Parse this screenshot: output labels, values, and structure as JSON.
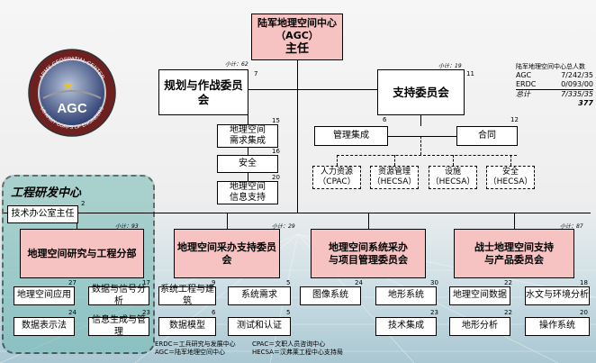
{
  "top": {
    "line1": "陆军地理空间中心",
    "line2": "（AGC）",
    "line3": "主任"
  },
  "seal": {
    "ring_top": "ARMY GEOSPATIAL CENTER",
    "ring_bottom": "US ARMY CORPS OF ENGINEERS",
    "center": "AGC"
  },
  "planning": {
    "label": "规划与作战委员会",
    "num": "7",
    "subtotal": "小计：62"
  },
  "support": {
    "label": "支持委员会",
    "num": "11",
    "subtotal": "小计：19"
  },
  "planning_children": [
    {
      "label": "地理空间\n需求集成",
      "num": "15"
    },
    {
      "label": "安全",
      "num": "16"
    },
    {
      "label": "地理空间\n信息支持",
      "num": "20"
    }
  ],
  "support_children": [
    {
      "label": "管理集成",
      "num": "6"
    },
    {
      "label": "合同",
      "num": "12"
    }
  ],
  "support_external": [
    {
      "label": "人力资源\n（CPAC）"
    },
    {
      "label": "资源管理\n（HECSA）"
    },
    {
      "label": "设施\n（HECSA）"
    },
    {
      "label": "安全\n（HECSA）"
    }
  ],
  "stats": {
    "title": "陆军地理空间中心总人数",
    "rows": [
      {
        "name": "AGC",
        "value": "7/242/35"
      },
      {
        "name": "ERDC",
        "value": "0/093/00"
      },
      {
        "name": "总计",
        "value": "7/335/35"
      }
    ],
    "total": "377"
  },
  "engineering": {
    "title": "工程研发中心",
    "office": "技术办公室主任",
    "office_num": "2",
    "subtotal": "小计：93"
  },
  "divisions": [
    {
      "label": "地理空间研究与工程分部",
      "num": "",
      "subtotal": "",
      "children": [
        {
          "label": "地理空间应用",
          "num": "27"
        },
        {
          "label": "数据与信号分析",
          "num": "17"
        },
        {
          "label": "数据表示法",
          "num": "24"
        },
        {
          "label": "信息生成与管理",
          "num": "23"
        }
      ]
    },
    {
      "label": "地理空间采办支持委员会",
      "num": "",
      "subtotal": "小计：29",
      "children": [
        {
          "label": "系统工程与建筑",
          "num": "9"
        },
        {
          "label": "系统需求",
          "num": "5"
        },
        {
          "label": "数据模型",
          "num": "6"
        },
        {
          "label": "测试和认证",
          "num": "5"
        }
      ]
    },
    {
      "label": "地理空间系统采办\n与项目管理委员会",
      "num": "",
      "subtotal": "",
      "children": [
        {
          "label": "图像系统",
          "num": "24"
        },
        {
          "label": "地形系统",
          "num": "30"
        },
        {
          "label": "技术集成",
          "num": "23"
        }
      ]
    },
    {
      "label": "战士地理空间支持\n与产品委员会",
      "num": "",
      "subtotal": "小计：87",
      "children": [
        {
          "label": "地理空间数据",
          "num": "22"
        },
        {
          "label": "水文与环境分析",
          "num": "18"
        },
        {
          "label": "地形分析",
          "num": "22"
        },
        {
          "label": "操作系统",
          "num": "20"
        }
      ]
    }
  ],
  "legend": [
    "ERDC＝工兵研究与发展中心",
    "CPAC＝文职人员咨询中心",
    "AGC＝陆军地理空间中心",
    "HECSA＝汉弗莱工程中心支持局"
  ]
}
